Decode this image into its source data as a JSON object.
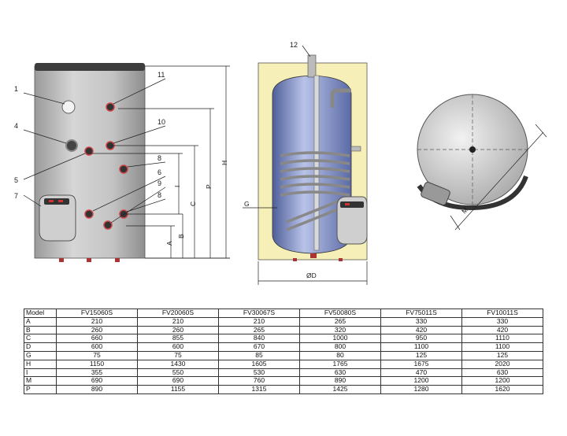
{
  "diagram": {
    "callouts": [
      "1",
      "4",
      "5",
      "7",
      "11",
      "10",
      "8",
      "6",
      "9",
      "8",
      "12"
    ],
    "dims_left": [
      "H",
      "P",
      "I",
      "C",
      "B",
      "A"
    ],
    "dim_g": "G",
    "dim_d": "ØD",
    "dim_m": "M"
  },
  "table": {
    "header": [
      "Model",
      "FV15060S",
      "FV20060S",
      "FV30067S",
      "FV50080S",
      "FV75011S",
      "FV10011S"
    ],
    "rows": [
      [
        "A",
        "210",
        "210",
        "210",
        "265",
        "330",
        "330"
      ],
      [
        "B",
        "260",
        "260",
        "265",
        "320",
        "420",
        "420"
      ],
      [
        "C",
        "660",
        "855",
        "840",
        "1000",
        "950",
        "1110"
      ],
      [
        "D",
        "600",
        "600",
        "670",
        "800",
        "1100",
        "1100"
      ],
      [
        "G",
        "75",
        "75",
        "85",
        "80",
        "125",
        "125"
      ],
      [
        "H",
        "1150",
        "1430",
        "1605",
        "1765",
        "1675",
        "2020"
      ],
      [
        "I",
        "355",
        "550",
        "530",
        "630",
        "470",
        "630"
      ],
      [
        "M",
        "690",
        "690",
        "760",
        "890",
        "1200",
        "1200"
      ],
      [
        "P",
        "890",
        "1155",
        "1315",
        "1425",
        "1280",
        "1620"
      ]
    ]
  }
}
